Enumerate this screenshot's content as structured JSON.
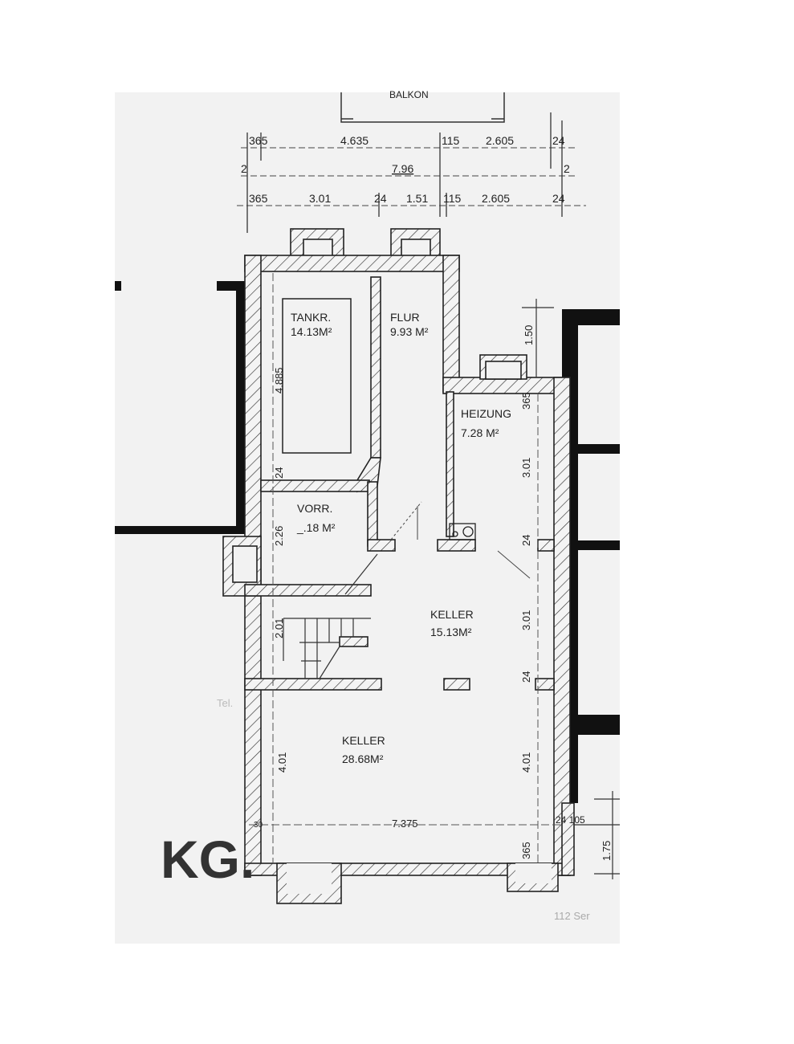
{
  "plan": {
    "floor_label": "KG.",
    "balcony_label": "BALKON",
    "top_dims_row1": [
      "365",
      "4.635",
      "115",
      "2.605",
      "24"
    ],
    "overall_width": "7.96",
    "overall_side": [
      "2",
      "2"
    ],
    "top_dims_row2": [
      "365",
      "3.01",
      "24",
      "1.51",
      "115",
      "2.605",
      "24"
    ],
    "rooms": [
      {
        "name": "TANKR.",
        "area": "14.13M²"
      },
      {
        "name": "FLUR",
        "area": "9.93 M²"
      },
      {
        "name": "HEIZUNG",
        "area": "7.28 M²"
      },
      {
        "name": "VORR.",
        "area": "_.18 M²"
      },
      {
        "name": "KELLER",
        "area": "15.13M²"
      },
      {
        "name": "KELLER",
        "area": "28.68M²"
      }
    ],
    "dims": {
      "tank_height": "4.885",
      "wall_24_a": "24",
      "vorr_height": "2.26",
      "chimney_150": "1.50",
      "heiz_365": "365",
      "heiz_height": "3.01",
      "wall_24_b": "24",
      "keller1_height": "3.01",
      "stair_201": "2.01",
      "wall_24_c": "24",
      "keller2_left": "4.01",
      "keller2_right": "4.01",
      "bottom_width": "7.375",
      "right_24_105": "24 105",
      "right_175": "1.75",
      "bottom_365": "365",
      "left_30": "30"
    },
    "handwritten": [
      "Tel.",
      "112 Ser"
    ]
  }
}
